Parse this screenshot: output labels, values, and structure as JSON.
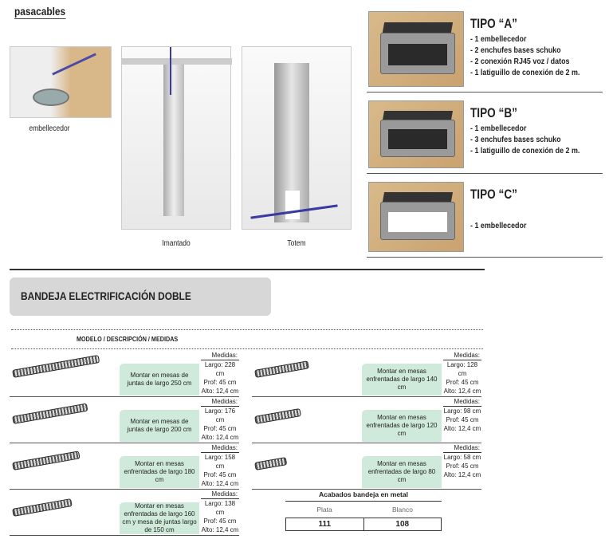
{
  "top": {
    "title": "pasacables",
    "photos": [
      {
        "caption": "embellecedor"
      },
      {
        "caption": "Imantado"
      },
      {
        "caption": "Totem"
      }
    ],
    "tipos": [
      {
        "title": "TIPO “A”",
        "items": [
          "- 1 embellecedor",
          "- 2 enchufes bases schuko",
          "- 2 conexión RJ45 voz / datos",
          "- 1 latiguillo de conexión de 2 m."
        ]
      },
      {
        "title": "TIPO “B”",
        "items": [
          "- 1 embellecedor",
          "- 3 enchufes bases schuko",
          "- 1 latiguillo de conexión de 2 m."
        ]
      },
      {
        "title": "TIPO “C”",
        "items": [
          "- 1 embellecedor"
        ]
      }
    ]
  },
  "bandeja": {
    "title": "BANDEJA ELECTRIFICACIÓN DOBLE",
    "column_header": "MODELO / DESCRIPCIÓN / MEDIDAS",
    "rows": [
      {
        "desc": "Montar en mesas de juntas de largo 250 cm",
        "medidas": "Medidas:",
        "largo": "Largo: 228 cm",
        "prof": "Prof: 45 cm",
        "alto": "Alto: 12,4 cm"
      },
      {
        "desc": "Montar en mesas de juntas de largo 200 cm",
        "medidas": "Medidas:",
        "largo": "Largo: 176 cm",
        "prof": "Prof: 45 cm",
        "alto": "Alto: 12,4 cm"
      },
      {
        "desc": "Montar en mesas enfrentadas de largo 180 cm",
        "medidas": "Medidas:",
        "largo": "Largo: 158 cm",
        "prof": "Prof: 45 cm",
        "alto": "Alto: 12,4 cm"
      },
      {
        "desc": "Montar en mesas enfrentadas de largo 160 cm y mesa de juntas largo de 150 cm",
        "medidas": "Medidas:",
        "largo": "Largo: 138 cm",
        "prof": "Prof: 45 cm",
        "alto": "Alto: 12,4 cm"
      },
      {
        "desc": "Montar en mesas enfrentadas de largo 140 cm",
        "medidas": "Medidas:",
        "largo": "Largo: 128 cm",
        "prof": "Prof: 45 cm",
        "alto": "Alto: 12,4 cm"
      },
      {
        "desc": "Montar en mesas enfrentadas de largo 120 cm",
        "medidas": "Medidas:",
        "largo": "Largo: 98 cm",
        "prof": "Prof: 45 cm",
        "alto": "Alto: 12,4 cm"
      },
      {
        "desc": "Montar en mesas enfrentadas de largo 80 cm",
        "medidas": "Medidas:",
        "largo": "Largo: 58 cm",
        "prof": "Prof: 45 cm",
        "alto": "Alto: 12,4 cm"
      }
    ]
  },
  "acabados": {
    "title": "Acabados bandeja en metal",
    "labels": [
      "Plata",
      "Blanco"
    ],
    "values": [
      "111",
      "108"
    ]
  }
}
